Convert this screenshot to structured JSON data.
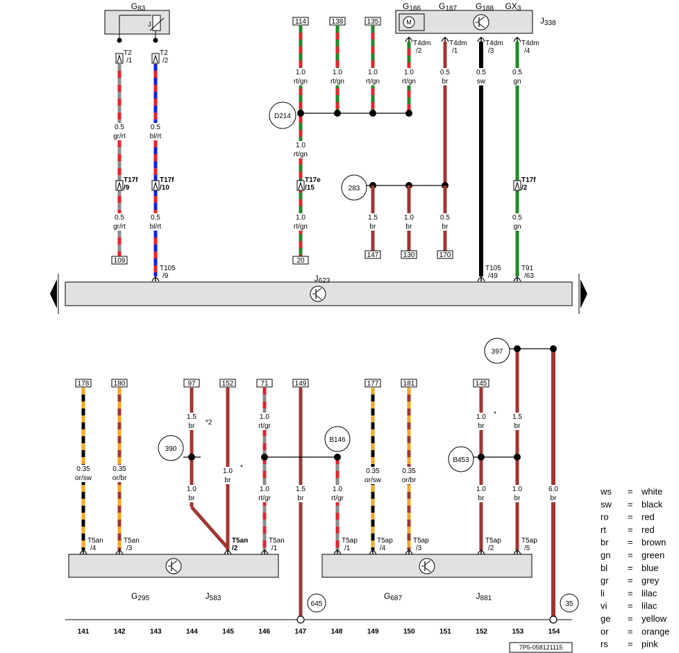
{
  "colors": {
    "rt": "#e8222a",
    "gn": "#1f8a24",
    "br": "#a23531",
    "sw": "#000000",
    "bl": "#1422dc",
    "gr": "#8c8c8c",
    "or": "#f5a623",
    "box": "#e1e1e1"
  },
  "diagram": {
    "drawing_number": "7P5-058121115",
    "components": {
      "G83": {
        "name": "G",
        "sub": "83",
        "j_mark": "J"
      },
      "J338": {
        "g186_name": "G",
        "g186_sub": "186",
        "g187_name": "G",
        "g187_sub": "187",
        "g188_name": "G",
        "g188_sub": "188",
        "gx3_name": "GX",
        "gx3_sub": "3",
        "name": "J",
        "sub": "338",
        "motor_mark": "M"
      },
      "J623": {
        "name": "J",
        "sub": "623"
      },
      "G295": {
        "name": "G",
        "sub": "295"
      },
      "J583": {
        "name": "J",
        "sub": "583"
      },
      "G687": {
        "name": "G",
        "sub": "687"
      },
      "J881": {
        "name": "J",
        "sub": "881"
      }
    },
    "refs": {
      "r114": "114",
      "r138": "138",
      "r135": "135",
      "r109": "109",
      "r20": "20",
      "r147": "147",
      "r130": "130",
      "r170": "170",
      "r178": "178",
      "r180": "180",
      "r97": "97",
      "r152": "152",
      "r71": "71",
      "r149": "149",
      "r177": "177",
      "r181": "181",
      "r145": "145"
    },
    "junctions": {
      "d214": "D214",
      "j283": "283",
      "j397": "397",
      "j390": "390",
      "b146": "B146",
      "b453": "B453",
      "j645": "645",
      "j35": "35"
    },
    "connectors": {
      "t2_1_name": "T2",
      "t2_1_pin": "/1",
      "t2_2_name": "T2",
      "t2_2_pin": "/2",
      "t17f_9_name": "T17f",
      "t17f_9_pin": "/9",
      "t17f_10_name": "T17f",
      "t17f_10_pin": "/10",
      "t17e_15_name": "T17e",
      "t17e_15_pin": "/15",
      "t17f_2_name": "T17f",
      "t17f_2_pin": "/2",
      "t105_9_name": "T105",
      "t105_9_pin": "/9",
      "t105_49_name": "T105",
      "t105_49_pin": "/49",
      "t91_63_name": "T91",
      "t91_63_pin": "/63",
      "t4dm_2_name": "T4dm",
      "t4dm_2_pin": "/2",
      "t4dm_1_name": "T4dm",
      "t4dm_1_pin": "/1",
      "t4dm_3_name": "T4dm",
      "t4dm_3_pin": "/3",
      "t4dm_4_name": "T4dm",
      "t4dm_4_pin": "/4",
      "t5an_4_name": "T5an",
      "t5an_4_pin": "/4",
      "t5an_3_name": "T5an",
      "t5an_3_pin": "/3",
      "t5an_2_name": "T5an",
      "t5an_2_pin": "/2",
      "t5an_1_name": "T5an",
      "t5an_1_pin": "/1",
      "t5ap_1_name": "T5ap",
      "t5ap_1_pin": "/1",
      "t5ap_4_name": "T5ap",
      "t5ap_4_pin": "/4",
      "t5ap_3_name": "T5ap",
      "t5ap_3_pin": "/3",
      "t5ap_2_name": "T5ap",
      "t5ap_2_pin": "/2",
      "t5ap_5_name": "T5ap",
      "t5ap_5_pin": "/5"
    },
    "wires": {
      "w1a_size": "0.5",
      "w1a_color": "gr/rt",
      "w1b_size": "0.5",
      "w1b_color": "gr/rt",
      "w2a_size": "0.5",
      "w2a_color": "bl/rt",
      "w2b_size": "0.5",
      "w2b_color": "bl/rt",
      "w114_size": "1.0",
      "w114_color": "rt/gn",
      "w138_size": "1.0",
      "w138_color": "rt/gn",
      "w135_size": "1.0",
      "w135_color": "rt/gn",
      "w186_size": "1.0",
      "w186_color": "rt/gn",
      "w187_size": "0.5",
      "w187_color": "br",
      "w188_size": "0.5",
      "w188_color": "sw",
      "wgx3_size": "0.5",
      "wgx3_color": "gn",
      "w20a_size": "1.0",
      "w20a_color": "rt/gn",
      "w20b_size": "1.0",
      "w20b_color": "rt/gn",
      "w147_size": "1.5",
      "w147_color": "br",
      "w130_size": "1.0",
      "w130_color": "br",
      "w170_size": "0.5",
      "w170_color": "br",
      "wgn2_size": "0.5",
      "wgn2_color": "gn",
      "w141_size": "0.35",
      "w141_color": "or/sw",
      "w142_size": "0.35",
      "w142_color": "or/br",
      "w144a_size": "1.5",
      "w144a_color": "br",
      "w144b_size": "1.0",
      "w144b_color": "br",
      "w145_size": "1.0",
      "w145_color": "br",
      "w146a_size": "1.0",
      "w146a_color": "rt/gr",
      "w146b_size": "1.0",
      "w146b_color": "rt/gr",
      "w147b_size": "1.5",
      "w147b_color": "br",
      "w148_size": "1.0",
      "w148_color": "rt/gr",
      "w149_size": "0.35",
      "w149_color": "or/sw",
      "w150_size": "0.35",
      "w150_color": "or/br",
      "w152a_size": "1.0",
      "w152a_color": "br",
      "w152b_size": "1.0",
      "w152b_color": "br",
      "w153a_size": "1.5",
      "w153a_color": "br",
      "w153b_size": "1.0",
      "w153b_color": "br",
      "w154_size": "6.0",
      "w154_color": "br"
    },
    "notes": {
      "star2": "*2",
      "star_a": "*",
      "star_b": "*"
    },
    "tracks": [
      "141",
      "142",
      "143",
      "144",
      "145",
      "146",
      "147",
      "148",
      "149",
      "150",
      "151",
      "152",
      "153",
      "154"
    ],
    "legend": [
      {
        "code": "ws",
        "eq": "=",
        "name": "white"
      },
      {
        "code": "sw",
        "eq": "=",
        "name": "black"
      },
      {
        "code": "ro",
        "eq": "=",
        "name": "red"
      },
      {
        "code": "rt",
        "eq": "=",
        "name": "red"
      },
      {
        "code": "br",
        "eq": "=",
        "name": "brown"
      },
      {
        "code": "gn",
        "eq": "=",
        "name": "green"
      },
      {
        "code": "bl",
        "eq": "=",
        "name": "blue"
      },
      {
        "code": "gr",
        "eq": "=",
        "name": "grey"
      },
      {
        "code": "li",
        "eq": "=",
        "name": "lilac"
      },
      {
        "code": "vi",
        "eq": "=",
        "name": "lilac"
      },
      {
        "code": "ge",
        "eq": "=",
        "name": "yellow"
      },
      {
        "code": "or",
        "eq": "=",
        "name": "orange"
      },
      {
        "code": "rs",
        "eq": "=",
        "name": "pink"
      }
    ]
  }
}
